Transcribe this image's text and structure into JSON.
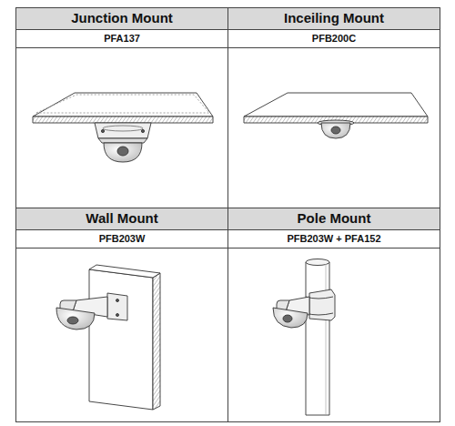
{
  "diagram": {
    "labels": [
      "Junction Mount",
      "Inceiling Mount",
      "PFA137",
      "PFB200C",
      "Wall Mount",
      "Pole Mount",
      "PFB203W",
      "PFB203W + PFA152"
    ]
  }
}
